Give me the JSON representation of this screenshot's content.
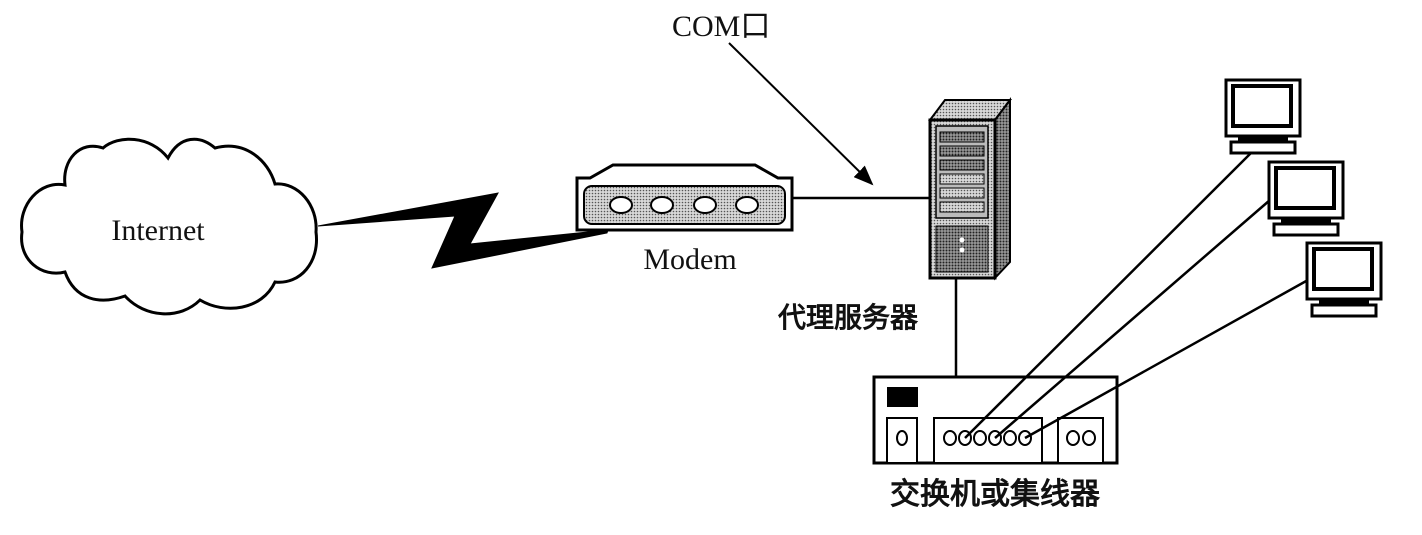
{
  "diagram": {
    "type": "network-topology",
    "nodes": {
      "internet": {
        "label": "Internet",
        "icon": "cloud-icon"
      },
      "modem": {
        "label": "Modem",
        "icon": "modem-icon"
      },
      "proxy_server": {
        "label": "代理服务器",
        "icon": "server-tower-icon"
      },
      "switch": {
        "label": "交换机或集线器",
        "icon": "switch-hub-icon"
      },
      "clients": [
        {
          "label": "",
          "icon": "computer-icon"
        },
        {
          "label": "",
          "icon": "computer-icon"
        },
        {
          "label": "",
          "icon": "computer-icon"
        }
      ]
    },
    "annotations": {
      "com_port": "COM口"
    },
    "links": [
      {
        "from": "internet",
        "to": "modem",
        "style": "wireless-lightning"
      },
      {
        "from": "modem",
        "to": "proxy_server",
        "style": "line",
        "note": "COM口"
      },
      {
        "from": "proxy_server",
        "to": "switch",
        "style": "line"
      },
      {
        "from": "switch",
        "to": "client-1",
        "style": "line"
      },
      {
        "from": "switch",
        "to": "client-2",
        "style": "line"
      },
      {
        "from": "switch",
        "to": "client-3",
        "style": "line"
      }
    ],
    "colors": {
      "stroke": "#000000",
      "fill_gray": "#a8a8a8",
      "background": "#ffffff"
    }
  }
}
